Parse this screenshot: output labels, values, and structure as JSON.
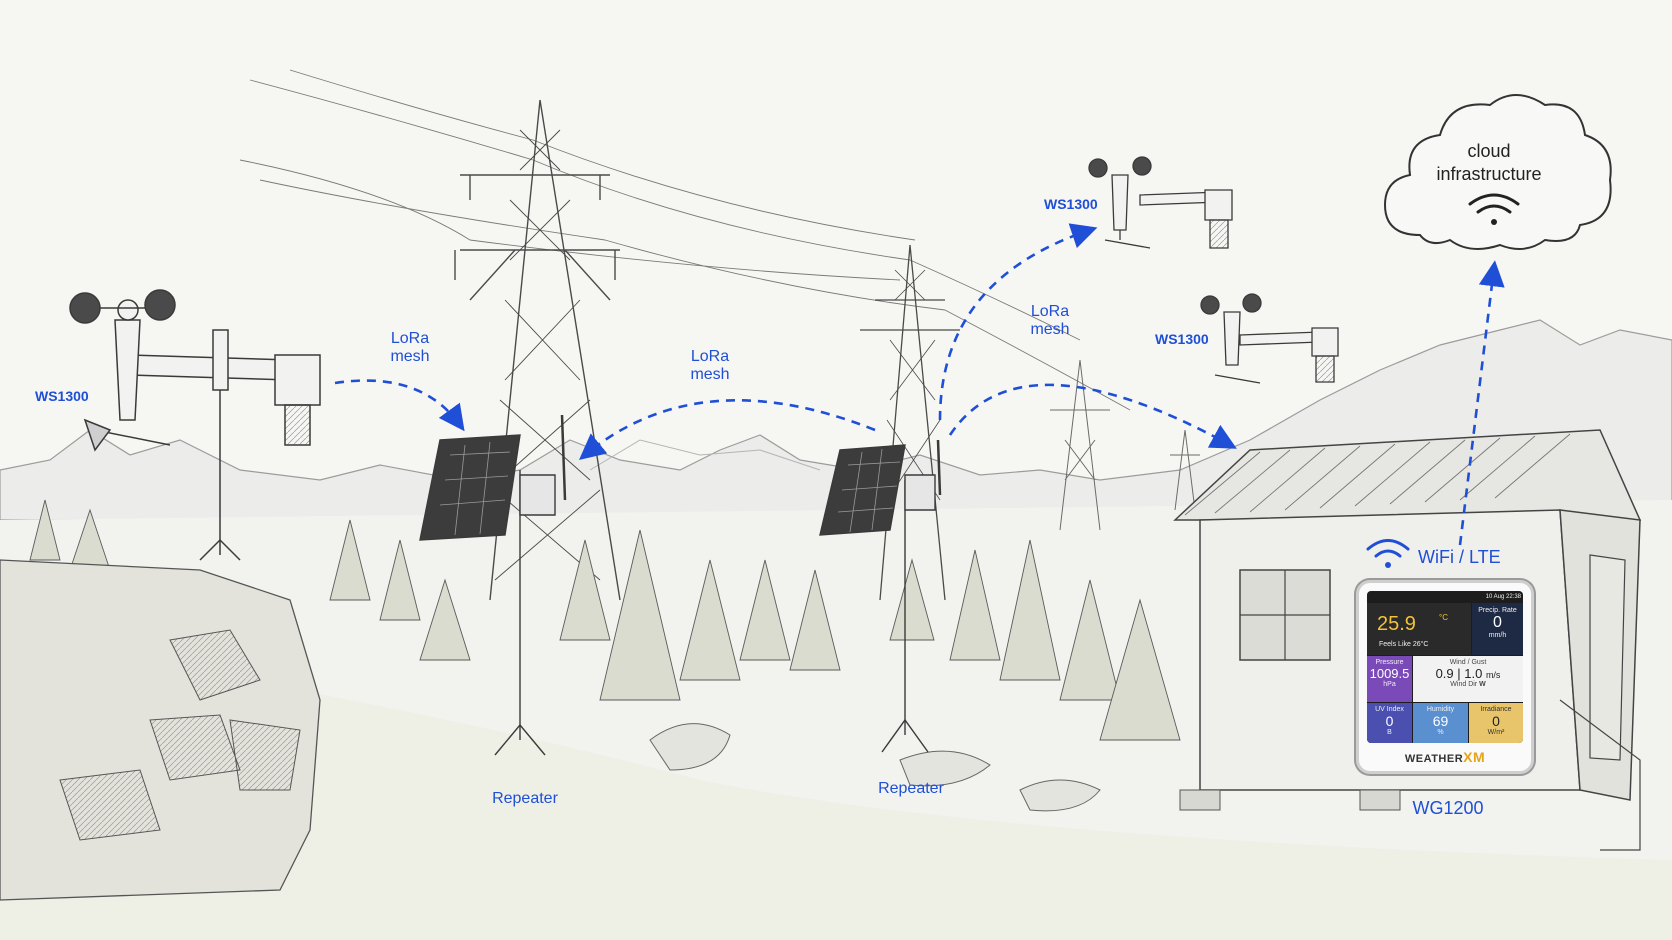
{
  "labels": {
    "ws_left": "WS1300",
    "ws_top_right": "WS1300",
    "ws_mid_right": "WS1300",
    "lora_1": "LoRa\nmesh",
    "lora_2": "LoRa\nmesh",
    "lora_3": "LoRa\nmesh",
    "repeater_1": "Repeater",
    "repeater_2": "Repeater",
    "wifi_lte": "WiFi / LTE",
    "gateway": "WG1200",
    "cloud": "cloud\ninfrastructure"
  },
  "device_screen": {
    "datetime": "10 Aug 22:38",
    "temperature": "25.9",
    "temperature_unit": "°C",
    "feels_like": "Feels Like 26°C",
    "precip_label": "Precip. Rate",
    "precip_value": "0",
    "precip_unit": "mm/h",
    "pressure_label": "Pressure",
    "pressure_value": "1009.5",
    "pressure_unit": "hPa",
    "wind_label": "Wind / Gust",
    "wind_value": "0.9 | 1.0",
    "wind_unit": "m/s",
    "wind_dir_label": "Wind Dir",
    "wind_dir_value": "W",
    "uv_label": "UV Index",
    "uv_value": "0",
    "uv_unit": "B",
    "humidity_label": "Humidity",
    "humidity_value": "69",
    "humidity_unit": "%",
    "irradiance_label": "Irradiance",
    "irradiance_value": "0",
    "irradiance_unit": "W/m²",
    "brand_prefix": "WEATHER",
    "brand_suffix": "XM"
  },
  "colors": {
    "accent_blue": "#1f4fd6",
    "tile_temp": "#2a2a2a",
    "tile_precip": "#1e2a44",
    "tile_pressure": "#7a4bb8",
    "tile_wind": "#f2f2f2",
    "tile_uv": "#4a4fb0",
    "tile_humidity": "#5a8fd0",
    "tile_irradiance": "#e8c46a",
    "temp_text": "#f2c23a"
  },
  "icons": [
    "wifi-icon",
    "cloud-wifi-icon"
  ]
}
